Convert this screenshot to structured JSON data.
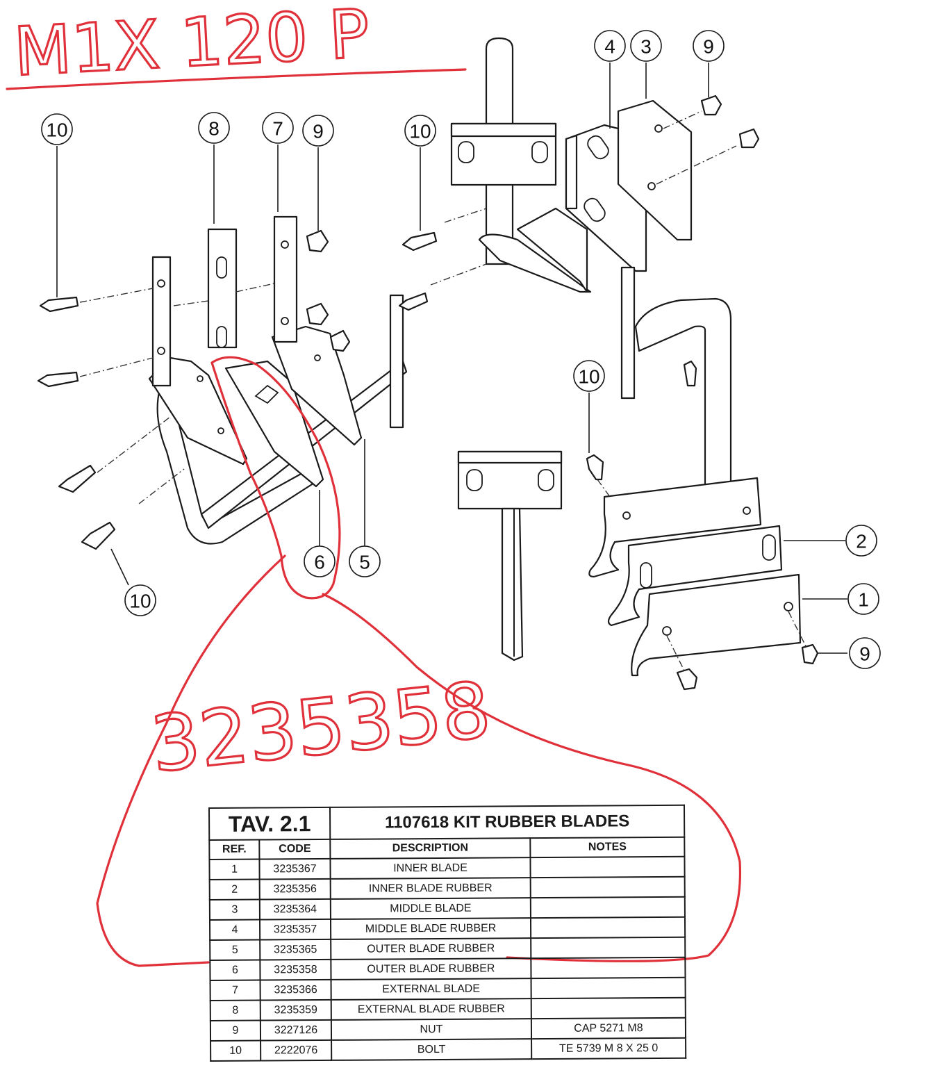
{
  "annotations": {
    "handwritten_title": "M1X 120 P",
    "handwritten_code": "3235358"
  },
  "diagram": {
    "balloons": [
      "10",
      "8",
      "7",
      "9",
      "10",
      "4",
      "3",
      "9",
      "10",
      "6",
      "5",
      "10",
      "2",
      "1",
      "9"
    ]
  },
  "table": {
    "tav": "TAV. 2.1",
    "kit_title": "1107618 KIT RUBBER BLADES",
    "headers": {
      "ref": "REF.",
      "code": "CODE",
      "description": "DESCRIPTION",
      "notes": "NOTES"
    },
    "rows": [
      {
        "ref": "1",
        "code": "3235367",
        "description": "INNER BLADE",
        "notes": ""
      },
      {
        "ref": "2",
        "code": "3235356",
        "description": "INNER BLADE RUBBER",
        "notes": ""
      },
      {
        "ref": "3",
        "code": "3235364",
        "description": "MIDDLE BLADE",
        "notes": ""
      },
      {
        "ref": "4",
        "code": "3235357",
        "description": "MIDDLE BLADE RUBBER",
        "notes": ""
      },
      {
        "ref": "5",
        "code": "3235365",
        "description": "OUTER BLADE RUBBER",
        "notes": ""
      },
      {
        "ref": "6",
        "code": "3235358",
        "description": "OUTER BLADE RUBBER",
        "notes": ""
      },
      {
        "ref": "7",
        "code": "3235366",
        "description": "EXTERNAL BLADE",
        "notes": ""
      },
      {
        "ref": "8",
        "code": "3235359",
        "description": "EXTERNAL BLADE RUBBER",
        "notes": ""
      },
      {
        "ref": "9",
        "code": "3227126",
        "description": "NUT",
        "notes": "CAP 5271 M8"
      },
      {
        "ref": "10",
        "code": "2222076",
        "description": "BOLT",
        "notes": "TE 5739 M 8 X 25 0"
      }
    ]
  },
  "colors": {
    "ink": "#e0303a",
    "line": "#1a1a1a"
  }
}
